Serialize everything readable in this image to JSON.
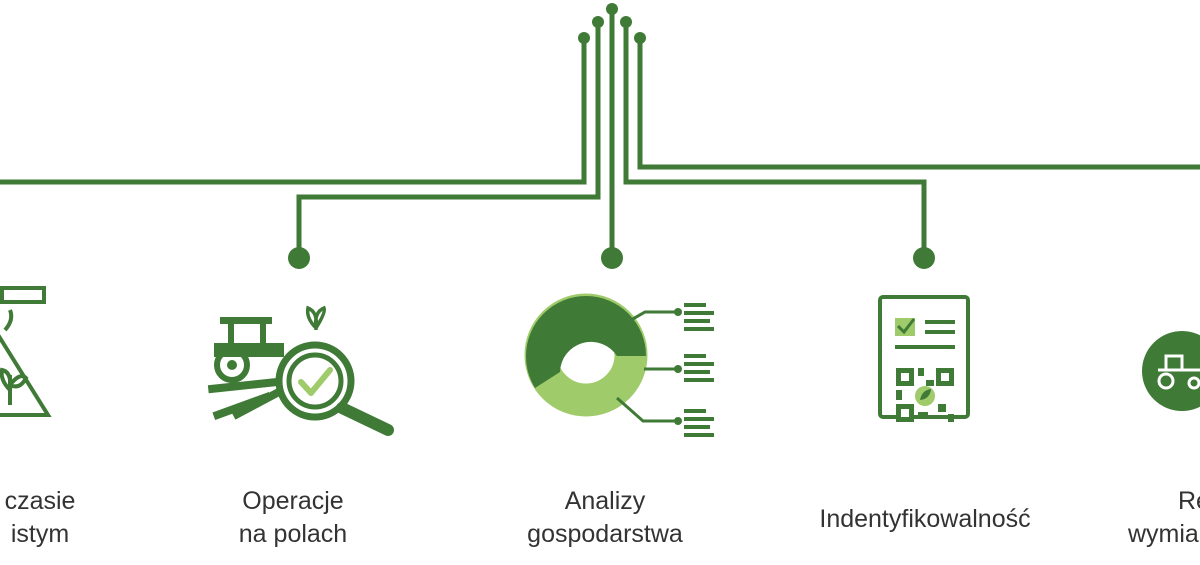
{
  "colors": {
    "dark_green": "#3f7a36",
    "light_green": "#9fcb6a",
    "text": "#333333"
  },
  "items": [
    {
      "id": "item-1",
      "lines": [
        "czasie",
        "istym"
      ],
      "icon": "greenhouse-sensor-icon"
    },
    {
      "id": "item-2",
      "lines": [
        "Operacje",
        "na polach"
      ],
      "icon": "tractor-magnifier-icon"
    },
    {
      "id": "item-3",
      "lines": [
        "Analizy",
        "gospodarstwa"
      ],
      "icon": "donut-chart-icon"
    },
    {
      "id": "item-4",
      "lines": [
        "Indentyfikowalność"
      ],
      "icon": "qr-document-icon"
    },
    {
      "id": "item-5",
      "lines": [
        "Re",
        "wymia"
      ],
      "icon": "tractor-circle-icon"
    }
  ]
}
